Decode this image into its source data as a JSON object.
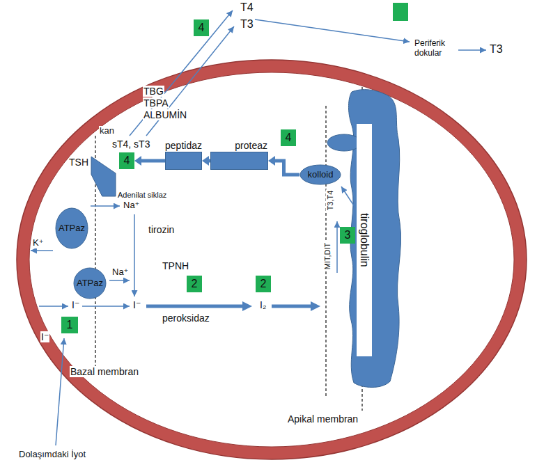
{
  "diagram": {
    "nodes": [
      {
        "text": [
          "4"
        ]
      },
      {
        "text": [
          "4"
        ]
      },
      {
        "text": [
          "kolloid"
        ]
      },
      {
        "text": [
          "proteaz"
        ]
      },
      {
        "text": [
          "peptidaz"
        ]
      },
      {
        "text": [
          "4"
        ]
      },
      {
        "text": [
          "TSH"
        ]
      },
      {
        "text": [
          "ATPaz"
        ]
      },
      {
        "text": [
          "tiroglobulin"
        ]
      },
      {
        "text": [
          "3"
        ]
      },
      {
        "text": [
          "ATPaz"
        ]
      },
      {
        "text": [
          "2"
        ]
      },
      {
        "text": [
          "2"
        ]
      },
      {
        "text": [
          "1"
        ]
      }
    ],
    "edges": [
      {
        "from": 2,
        "to": 3,
        "arrow": "to"
      },
      {
        "from": 3,
        "to": 4,
        "arrow": "to"
      },
      {
        "from": 4,
        "to": 5,
        "arrow": "to"
      }
    ],
    "labels": [
      "T4",
      "T3",
      "Periferik dokular",
      "T3",
      "TBG",
      "TBPA",
      "ALBUMİN",
      "kan",
      "sT4, sT3",
      "Adenilat siklaz",
      "Na⁺",
      "tirozin",
      "K⁺",
      "TPNH",
      "Na⁺",
      "I⁻",
      "I⁻",
      "I₂",
      "peroksidaz",
      "T3,T4",
      "MIT,DIT",
      "I⁻",
      "Bazal membran",
      "Apikal membran",
      "Dolaşımdaki İyot"
    ]
  }
}
